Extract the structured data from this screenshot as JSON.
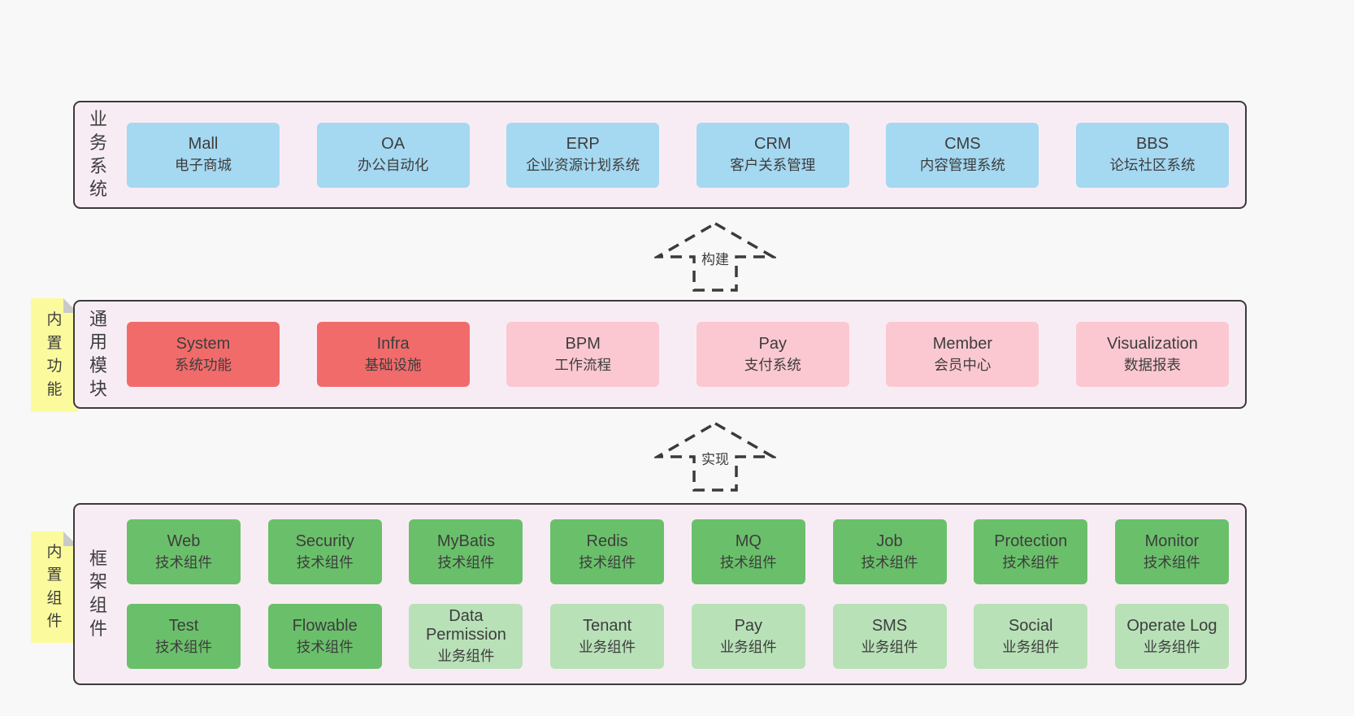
{
  "canvas": {
    "bg": "#f8f8f8"
  },
  "palette": {
    "band_bg": "#f8ecf4",
    "band_border": "#3b3b3b",
    "blue": "#a5d8f1",
    "red": "#f16b6b",
    "pink": "#fbc8d1",
    "green_dark": "#6ac06a",
    "green_light": "#b8e1b8",
    "note_yellow": "#fbfb9e",
    "note_fold": "#c9c9c9",
    "text": "#3d3d3d"
  },
  "business": {
    "label": "业务系统",
    "items": [
      {
        "en": "Mall",
        "zh": "电子商城",
        "color": "blue"
      },
      {
        "en": "OA",
        "zh": "办公自动化",
        "color": "blue"
      },
      {
        "en": "ERP",
        "zh": "企业资源计划系统",
        "color": "blue"
      },
      {
        "en": "CRM",
        "zh": "客户关系管理",
        "color": "blue"
      },
      {
        "en": "CMS",
        "zh": "内容管理系统",
        "color": "blue"
      },
      {
        "en": "BBS",
        "zh": "论坛社区系统",
        "color": "blue"
      }
    ]
  },
  "arrows": [
    {
      "label": "构建"
    },
    {
      "label": "实现"
    }
  ],
  "modules": {
    "label": "通用模块",
    "note": "内置功能",
    "items": [
      {
        "en": "System",
        "zh": "系统功能",
        "color": "red"
      },
      {
        "en": "Infra",
        "zh": "基础设施",
        "color": "red"
      },
      {
        "en": "BPM",
        "zh": "工作流程",
        "color": "pink"
      },
      {
        "en": "Pay",
        "zh": "支付系统",
        "color": "pink"
      },
      {
        "en": "Member",
        "zh": "会员中心",
        "color": "pink"
      },
      {
        "en": "Visualization",
        "zh": "数据报表",
        "color": "pink"
      }
    ]
  },
  "components": {
    "label": "框架组件",
    "note": "内置组件",
    "rows": [
      [
        {
          "en": "Web",
          "zh": "技术组件",
          "color": "green_dark"
        },
        {
          "en": "Security",
          "zh": "技术组件",
          "color": "green_dark"
        },
        {
          "en": "MyBatis",
          "zh": "技术组件",
          "color": "green_dark"
        },
        {
          "en": "Redis",
          "zh": "技术组件",
          "color": "green_dark"
        },
        {
          "en": "MQ",
          "zh": "技术组件",
          "color": "green_dark"
        },
        {
          "en": "Job",
          "zh": "技术组件",
          "color": "green_dark"
        },
        {
          "en": "Protection",
          "zh": "技术组件",
          "color": "green_dark"
        },
        {
          "en": "Monitor",
          "zh": "技术组件",
          "color": "green_dark"
        }
      ],
      [
        {
          "en": "Test",
          "zh": "技术组件",
          "color": "green_dark"
        },
        {
          "en": "Flowable",
          "zh": "技术组件",
          "color": "green_dark"
        },
        {
          "en": "Data Permission",
          "zh": "业务组件",
          "color": "green_light"
        },
        {
          "en": "Tenant",
          "zh": "业务组件",
          "color": "green_light"
        },
        {
          "en": "Pay",
          "zh": "业务组件",
          "color": "green_light"
        },
        {
          "en": "SMS",
          "zh": "业务组件",
          "color": "green_light"
        },
        {
          "en": "Social",
          "zh": "业务组件",
          "color": "green_light"
        },
        {
          "en": "Operate Log",
          "zh": "业务组件",
          "color": "green_light"
        }
      ]
    ]
  }
}
